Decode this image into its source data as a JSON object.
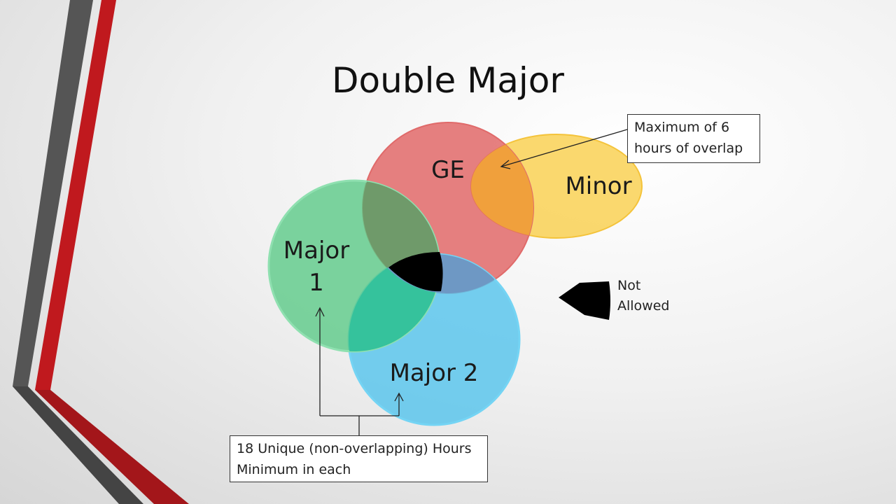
{
  "slide": {
    "title": "Double Major"
  },
  "circles": {
    "ge": {
      "label": "GE",
      "color": "#e06464"
    },
    "minor": {
      "label": "Minor",
      "color": "#f9cf4e"
    },
    "major1": {
      "label_line1": "Major",
      "label_line2": "1",
      "color": "#5fca8a"
    },
    "major2": {
      "label": "Major 2",
      "color": "#5cc6ec"
    }
  },
  "overlap_colors": {
    "ge_minor": "#f0a03c",
    "ge_major1": "#6f9a6a",
    "major1_major2": "#35c29c",
    "ge_major2": "#6e98c4"
  },
  "callouts": {
    "overlap_note": "Maximum of 6 hours of overlap",
    "unique_note": "18 Unique (non-overlapping) Hours Minimum in each"
  },
  "legend": {
    "not_allowed_line1": "Not",
    "not_allowed_line2": "Allowed",
    "marker_color": "#000000"
  },
  "decor": {
    "accent_red": "#c0191e",
    "accent_gray": "#555555"
  }
}
